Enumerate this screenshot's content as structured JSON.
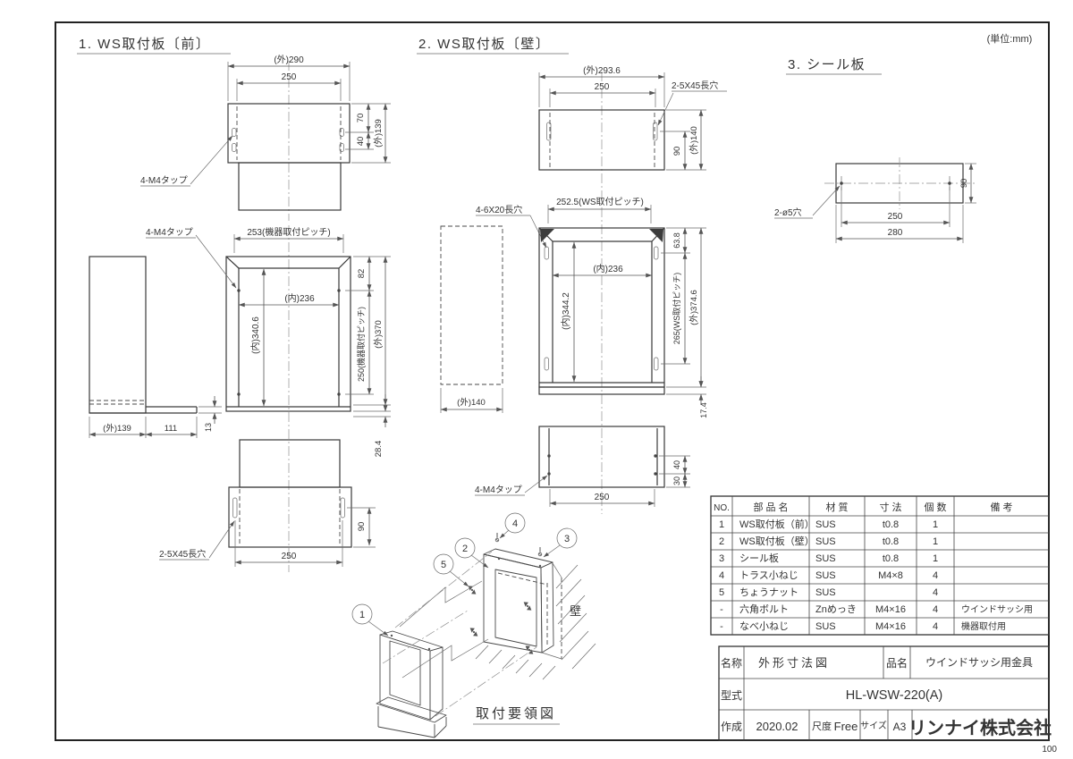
{
  "unit_note": "(単位:mm)",
  "page_number": "100",
  "sections": [
    {
      "title": "1. WS取付板〔前〕"
    },
    {
      "title": "2. WS取付板〔壁〕"
    },
    {
      "title": "3. シール板"
    }
  ],
  "dims": {
    "s1": {
      "top_outer_w": "(外)290",
      "top_inner_w": "250",
      "top_h70": "70",
      "top_h40": "40",
      "top_outer_h": "(外)139",
      "tap_top": "4-M4タップ",
      "tap_main": "4-M4タップ",
      "pitch_w": "253(機器取付ピッチ)",
      "inner_w": "(内)236",
      "inner_h": "(内)340.6",
      "hole_top": "82",
      "pitch_h": "250(機器取付ピッチ)",
      "outer_h": "(外)370",
      "side_w": "(外)139",
      "side_lip": "111",
      "lip_t": "13",
      "gap": "28.4",
      "bot_slot": "2-5X45長穴",
      "bot_h": "90",
      "bot_w": "250"
    },
    "s2": {
      "top_outer_w": "(外)293.6",
      "top_inner_w": "250",
      "top_slot": "2-5X45長穴",
      "top_h": "90",
      "top_outer_h": "(外)140",
      "ws_pitch_w": "252.5(WS取付ピッチ)",
      "main_slot": "4-6X20長穴",
      "inner_w": "(内)236",
      "inner_h": "(内)344.2",
      "hole_top": "63.8",
      "ws_pitch_h": "265(WS取付ピッチ)",
      "outer_h": "(外)374.6",
      "side_w": "(外)140",
      "lip": "17.4",
      "tap_bot": "4-M4タップ",
      "bot_d40": "40",
      "bot_d30": "30",
      "bot_w": "250"
    },
    "s3": {
      "holes": "2-ø5穴",
      "w_inner": "250",
      "w_outer": "280",
      "h": "90"
    }
  },
  "iso": {
    "caption": "取付要領図",
    "wall_label": "壁",
    "balloons": [
      "1",
      "2",
      "3",
      "4",
      "5"
    ]
  },
  "parts_table": {
    "headers": [
      "NO.",
      "部 品 名",
      "材 質",
      "寸 法",
      "個 数",
      "備 考"
    ],
    "rows": [
      [
        "1",
        "WS取付板（前）",
        "SUS",
        "t0.8",
        "1",
        ""
      ],
      [
        "2",
        "WS取付板（壁）",
        "SUS",
        "t0.8",
        "1",
        ""
      ],
      [
        "3",
        "シール板",
        "SUS",
        "t0.8",
        "1",
        ""
      ],
      [
        "4",
        "トラス小ねじ",
        "SUS",
        "M4×8",
        "4",
        ""
      ],
      [
        "5",
        "ちょうナット",
        "SUS",
        "",
        "4",
        ""
      ],
      [
        "-",
        "六角ボルト",
        "Znめっき",
        "M4×16",
        "4",
        "ウインドサッシ用"
      ],
      [
        "-",
        "なべ小ねじ",
        "SUS",
        "M4×16",
        "4",
        "機器取付用"
      ]
    ]
  },
  "title_block": {
    "name_label": "名称",
    "name_value": "外形寸法図",
    "product_label": "品名",
    "product_value": "ウインドサッシ用金具",
    "model_label": "型式",
    "model_value": "HL-WSW-220(A)",
    "created_label": "作成",
    "created_value": "2020.02",
    "scale_label": "尺度",
    "scale_value": "Free",
    "size_label": "サイズ",
    "size_value": "A3",
    "company": "リンナイ株式会社"
  }
}
